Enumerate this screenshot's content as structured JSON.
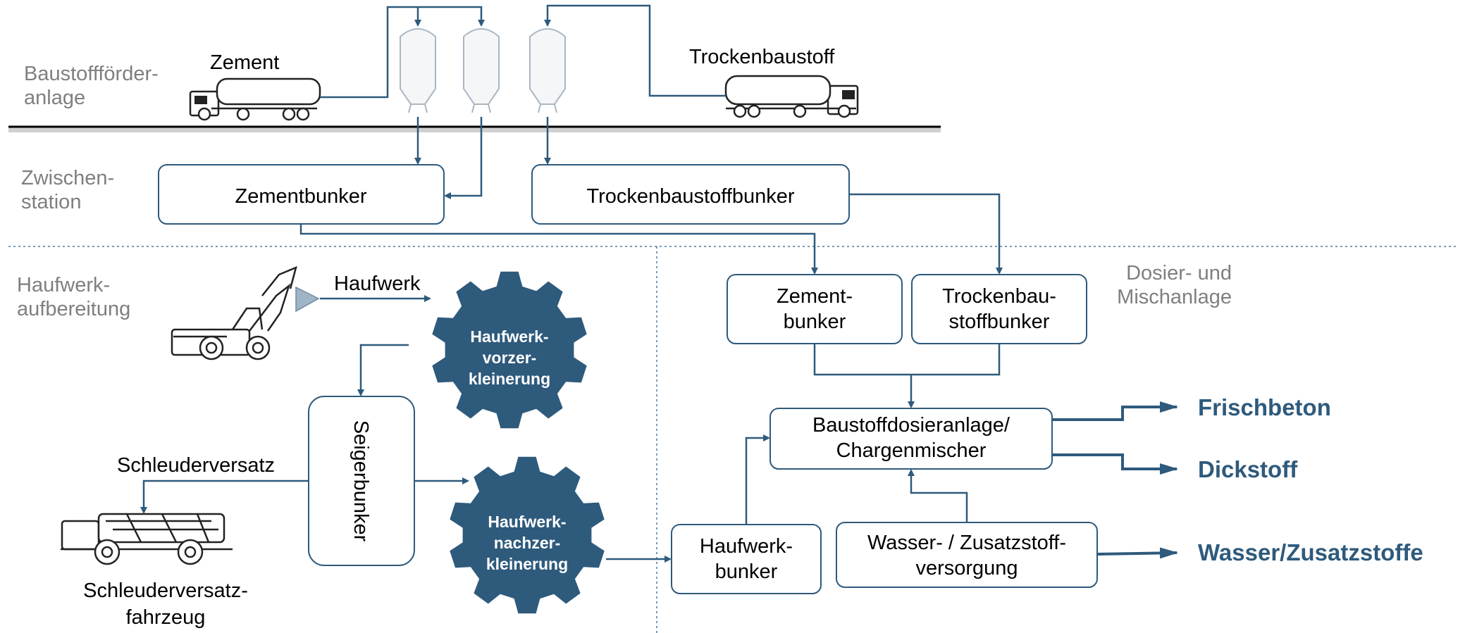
{
  "sections": {
    "top_left": "Baustoffförder-\nanlage",
    "middle_left": "Zwischen-\nstation",
    "bottom_left": "Haufwerk-\naufbereitung",
    "bottom_right": "Dosier- und\nMischanlage"
  },
  "labels": {
    "zement": "Zement",
    "trockenbaustoff": "Trockenbaustoff",
    "haufwerk": "Haufwerk",
    "schleuderversatz": "Schleuderversatz",
    "schleuderversatz_fahrzeug": "Schleuderversatz-\nfahrzeug"
  },
  "boxes": {
    "zementbunker_top": "Zementbunker",
    "trockenbaustoffbunker_top": "Trockenbaustoffbunker",
    "zementbunker": "Zement-\nbunker",
    "trockenbaustoffbunker": "Trockenbau-\nstoffbunker",
    "seigerbunker": "Seigerbunker",
    "dosieranlage": "Baustoffdosieranlage/\nChargenmischer",
    "haufwerkbunker": "Haufwerk-\nbunker",
    "wasser": "Wasser- / Zusatzstoff-\nversorgung"
  },
  "gears": {
    "vorzerkleinerung": "Haufwerk-\nvorzer-\nkleinerung",
    "nachzerkleinerung": "Haufwerk-\nnachzer-\nkleinerung"
  },
  "outputs": {
    "frischbeton": "Frischbeton",
    "dickstoff": "Dickstoff",
    "wasser_zusatzstoffe": "Wasser/Zusatzstoffe"
  },
  "colors": {
    "accent": "#2e5a7c",
    "section_text": "#7f7f7f"
  }
}
